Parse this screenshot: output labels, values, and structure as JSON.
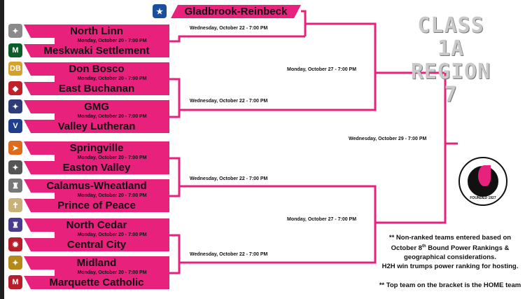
{
  "title": {
    "line1": "CLASS 1A",
    "line2": "REGION 7"
  },
  "top_seed": "Gladbrook-Reinbeck",
  "teams": [
    "North Linn",
    "Meskwaki Settlement",
    "Don Bosco",
    "East Buchanan",
    "GMG",
    "Valley Lutheran",
    "Springville",
    "Easton Valley",
    "Calamus-Wheatland",
    "Prince of Peace",
    "North Cedar",
    "Central City",
    "Midland",
    "Marquette Catholic"
  ],
  "first_round_date": "Monday, October 20 - 7:00 PM",
  "second_round_date": "Wednesday, October 22 - 7:00 PM",
  "quarterfinal_date": "Monday, October 27 - 7:00 PM",
  "final_date": "Wednesday, October 29 - 7:00 PM",
  "notes": {
    "line1": "** Non-ranked teams entered based on",
    "line2_pre": "October 8",
    "line2_sup": "th",
    "line2_post": " Bound Power Rankings &",
    "line3": "geographical considerations.",
    "line4": "H2H win trumps power ranking for hosting.",
    "line5": "** Top team on the bracket is the HOME team"
  },
  "seal": {
    "founded": "FOUNDED 1927"
  },
  "colors": {
    "accent": "#e8217d",
    "line": "#e8217d",
    "background": "#ffffff"
  },
  "logos": [
    "hawk-icon",
    "tribal-m-icon",
    "db-monogram-icon",
    "helmet-icon",
    "eagle-icon",
    "v-shield-icon",
    "orange-bird-icon",
    "hawk-icon",
    "knight-icon",
    "cross-shield-icon",
    "knight-icon",
    "wildcat-icon",
    "eagle-icon",
    "m-monogram-icon"
  ]
}
